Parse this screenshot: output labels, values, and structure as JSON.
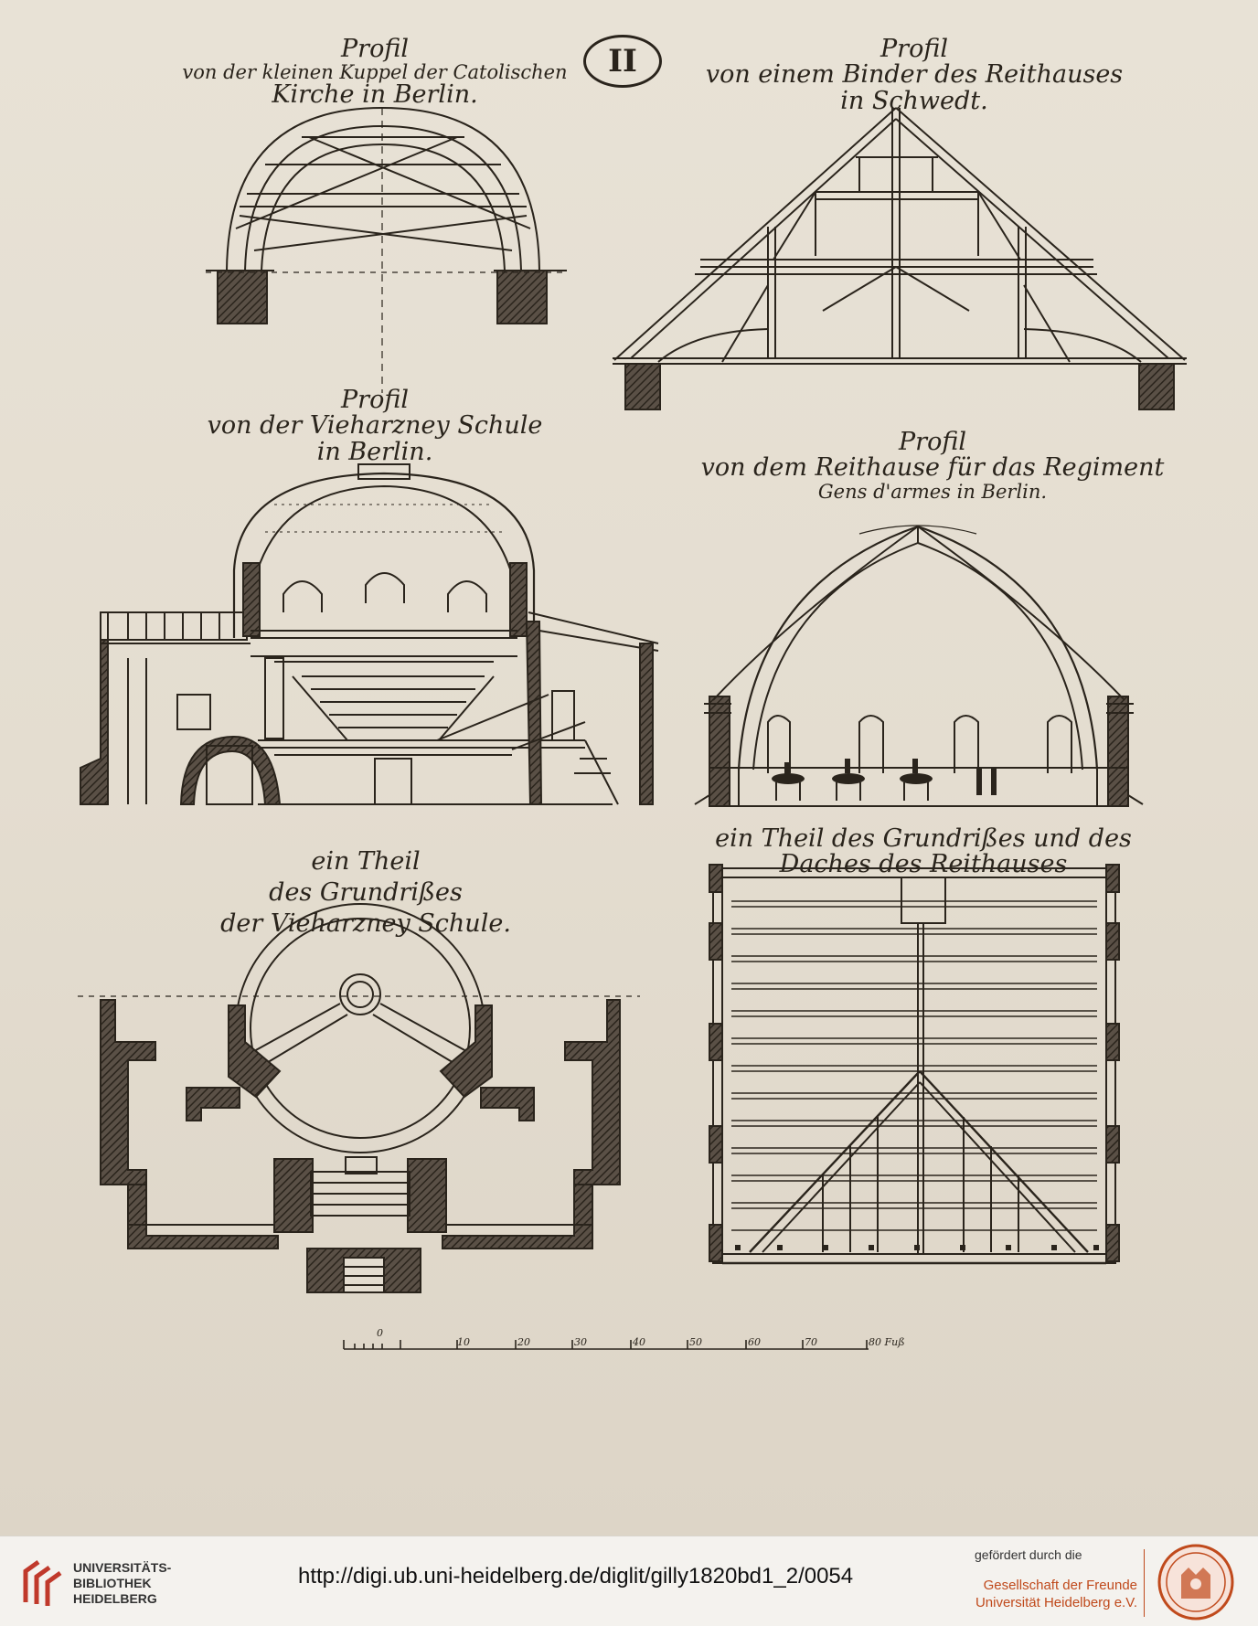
{
  "plate": {
    "number": "II",
    "titles": {
      "kuppel": [
        "Profil",
        "von der kleinen Kuppel der Catolischen",
        "Kirche in Berlin."
      ],
      "binder": [
        "Profil",
        "von einem Binder des Reithauses",
        "in Schwedt."
      ],
      "schule": [
        "Profil",
        "von der Vieharzney Schule",
        "in Berlin."
      ],
      "reithaus": [
        "Profil",
        "von dem Reithause für das Regiment",
        "Gens d'armes in Berlin."
      ],
      "grundriss_schule": [
        "ein Theil",
        "des Grundrißes",
        "der Vieharzney Schule."
      ],
      "grundriss_reithaus": [
        "ein Theil des Grundrißes und des",
        "Daches des Reithauses"
      ]
    },
    "scale": {
      "labels": [
        "0",
        "10",
        "20",
        "30",
        "40",
        "50",
        "60",
        "70",
        "80 Fuß"
      ]
    }
  },
  "footer": {
    "library": [
      "UNIVERSITÄTS-",
      "BIBLIOTHEK",
      "HEIDELBERG"
    ],
    "url": "http://digi.ub.uni-heidelberg.de/diglit/gilly1820bd1_2/0054",
    "sponsor_intro": "gefördert durch die",
    "sponsor": [
      "Gesellschaft der Freunde",
      "Universität Heidelberg e.V."
    ]
  },
  "colors": {
    "ink": "#2a241c",
    "paper": "#e4ddd0",
    "accent": "#c04a1c"
  }
}
